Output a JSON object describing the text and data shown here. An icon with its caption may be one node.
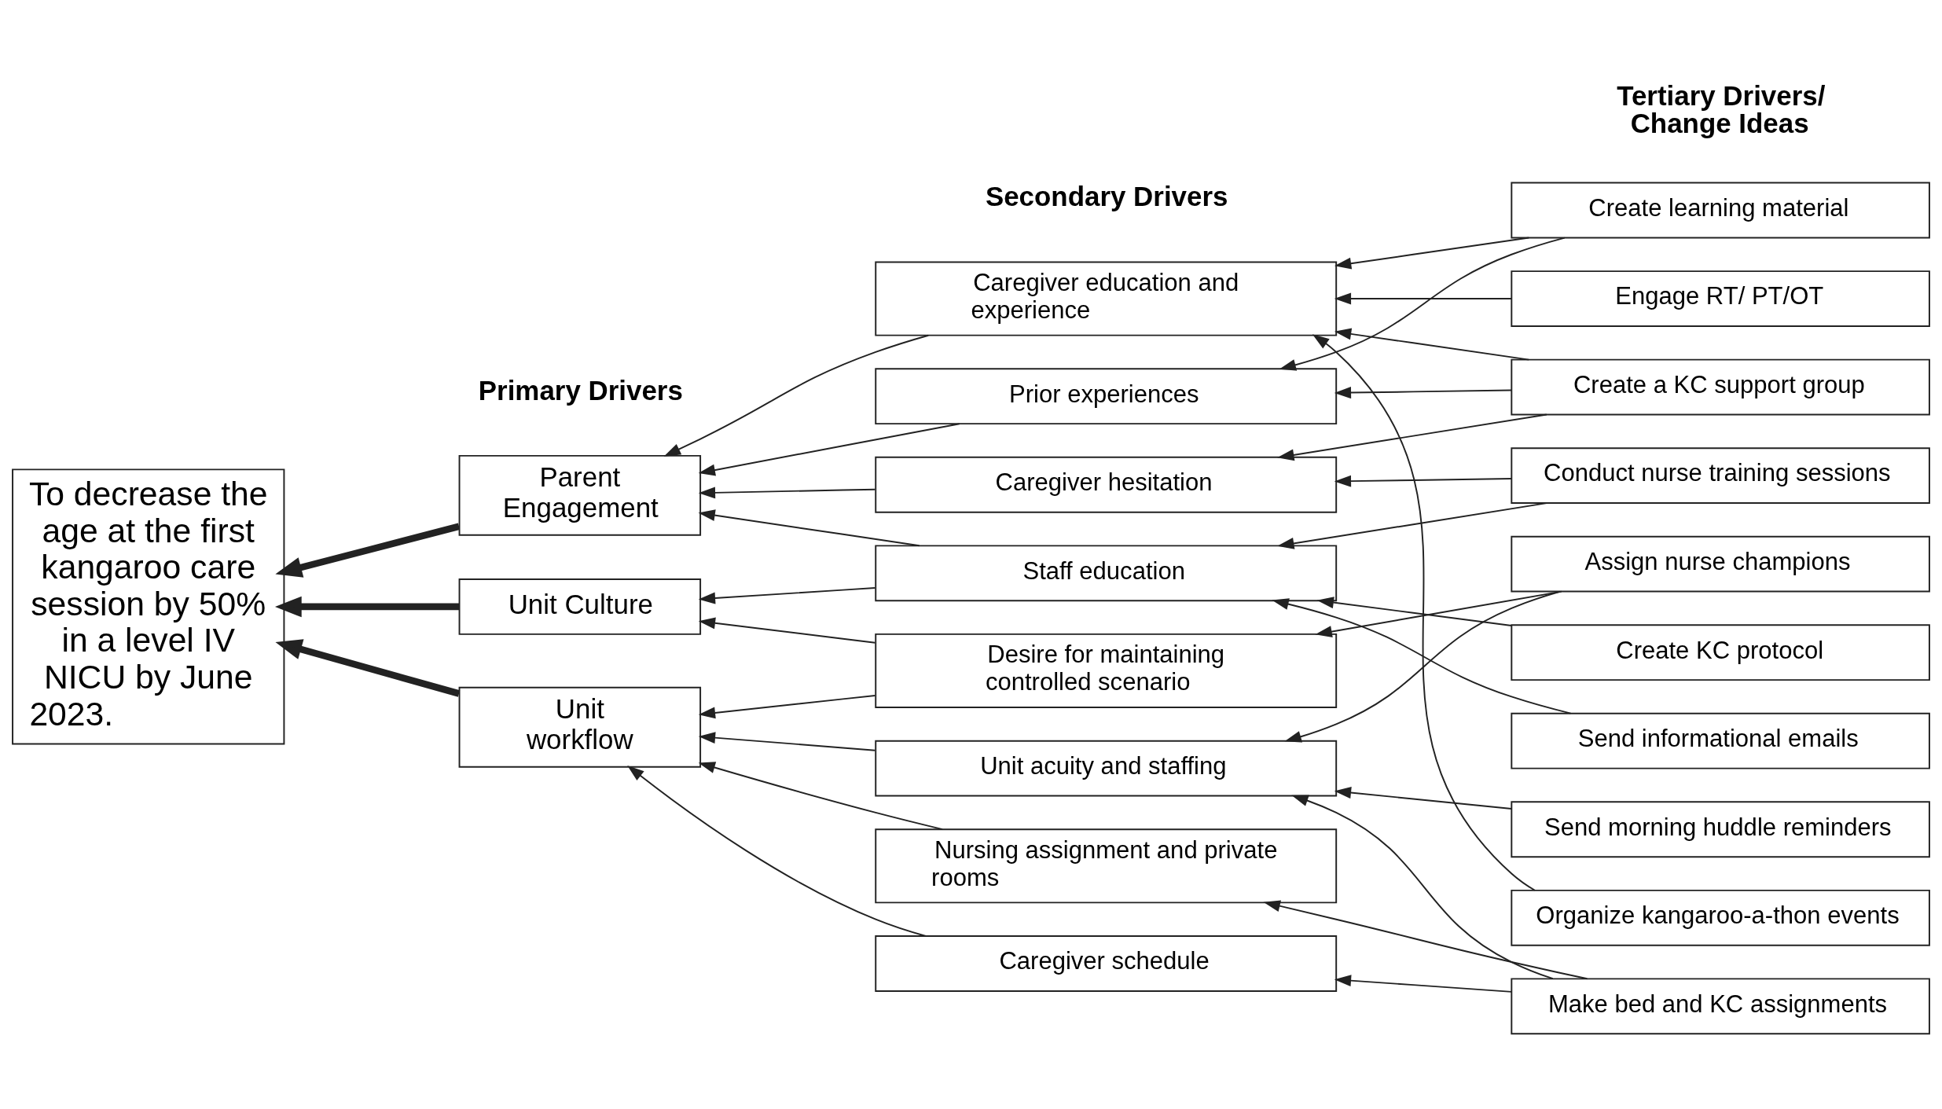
{
  "diagram": {
    "nodes": [
      {
        "text": [
          "To decrease the age at the first kangaroo care session by 50% in a level IV NICU by June 2023."
        ]
      },
      {
        "text": [
          "Parent Engagement"
        ]
      },
      {
        "text": [
          "Unit Culture"
        ]
      },
      {
        "text": [
          "Unit workflow"
        ]
      },
      {
        "text": [
          "Caregiver education and experience"
        ]
      },
      {
        "text": [
          "Prior experiences"
        ]
      },
      {
        "text": [
          "Caregiver hesitation"
        ]
      },
      {
        "text": [
          "Staff education"
        ]
      },
      {
        "text": [
          "Desire for maintaining controlled scenario"
        ]
      },
      {
        "text": [
          "Unit acuity and staffing"
        ]
      },
      {
        "text": [
          "Nursing assignment and private rooms"
        ]
      },
      {
        "text": [
          "Caregiver schedule"
        ]
      },
      {
        "text": [
          "Create learning material"
        ]
      },
      {
        "text": [
          "Engage RT/ PT/OT"
        ]
      },
      {
        "text": [
          "Create a KC support group"
        ]
      },
      {
        "text": [
          "Conduct nurse training sessions"
        ]
      },
      {
        "text": [
          "Assign nurse champions"
        ]
      },
      {
        "text": [
          "Create KC protocol"
        ]
      },
      {
        "text": [
          "Send informational emails"
        ]
      },
      {
        "text": [
          "Send morning huddle reminders"
        ]
      },
      {
        "text": [
          "Organize kangaroo-a-thon events"
        ]
      },
      {
        "text": [
          "Make bed and KC assignments"
        ]
      }
    ],
    "edges": [
      {
        "from": 1,
        "to": 0,
        "arrow": "to",
        "style": "thick"
      },
      {
        "from": 2,
        "to": 0,
        "arrow": "to",
        "style": "thick"
      },
      {
        "from": 3,
        "to": 0,
        "arrow": "to",
        "style": "thick"
      },
      {
        "from": 4,
        "to": 1,
        "arrow": "to"
      },
      {
        "from": 5,
        "to": 1,
        "arrow": "to"
      },
      {
        "from": 6,
        "to": 1,
        "arrow": "to"
      },
      {
        "from": 7,
        "to": 1,
        "arrow": "to"
      },
      {
        "from": 7,
        "to": 2,
        "arrow": "to"
      },
      {
        "from": 8,
        "to": 2,
        "arrow": "to"
      },
      {
        "from": 8,
        "to": 3,
        "arrow": "to"
      },
      {
        "from": 9,
        "to": 3,
        "arrow": "to"
      },
      {
        "from": 10,
        "to": 3,
        "arrow": "to"
      },
      {
        "from": 11,
        "to": 3,
        "arrow": "to"
      },
      {
        "from": 12,
        "to": 4,
        "arrow": "to"
      },
      {
        "from": 12,
        "to": 5,
        "arrow": "to"
      },
      {
        "from": 13,
        "to": 4,
        "arrow": "to"
      },
      {
        "from": 14,
        "to": 4,
        "arrow": "to"
      },
      {
        "from": 14,
        "to": 5,
        "arrow": "to"
      },
      {
        "from": 14,
        "to": 6,
        "arrow": "to"
      },
      {
        "from": 15,
        "to": 6,
        "arrow": "to"
      },
      {
        "from": 15,
        "to": 7,
        "arrow": "to"
      },
      {
        "from": 16,
        "to": 8,
        "arrow": "to"
      },
      {
        "from": 16,
        "to": 9,
        "arrow": "to"
      },
      {
        "from": 17,
        "to": 7,
        "arrow": "to"
      },
      {
        "from": 18,
        "to": 7,
        "arrow": "to"
      },
      {
        "from": 19,
        "to": 9,
        "arrow": "to"
      },
      {
        "from": 20,
        "to": 4,
        "arrow": "to"
      },
      {
        "from": 21,
        "to": 9,
        "arrow": "to"
      },
      {
        "from": 21,
        "to": 10,
        "arrow": "to"
      },
      {
        "from": 21,
        "to": 11,
        "arrow": "to"
      }
    ],
    "labels": [
      "Primary Drivers",
      "Secondary Drivers",
      "Tertiary Drivers/ Change Ideas"
    ]
  }
}
